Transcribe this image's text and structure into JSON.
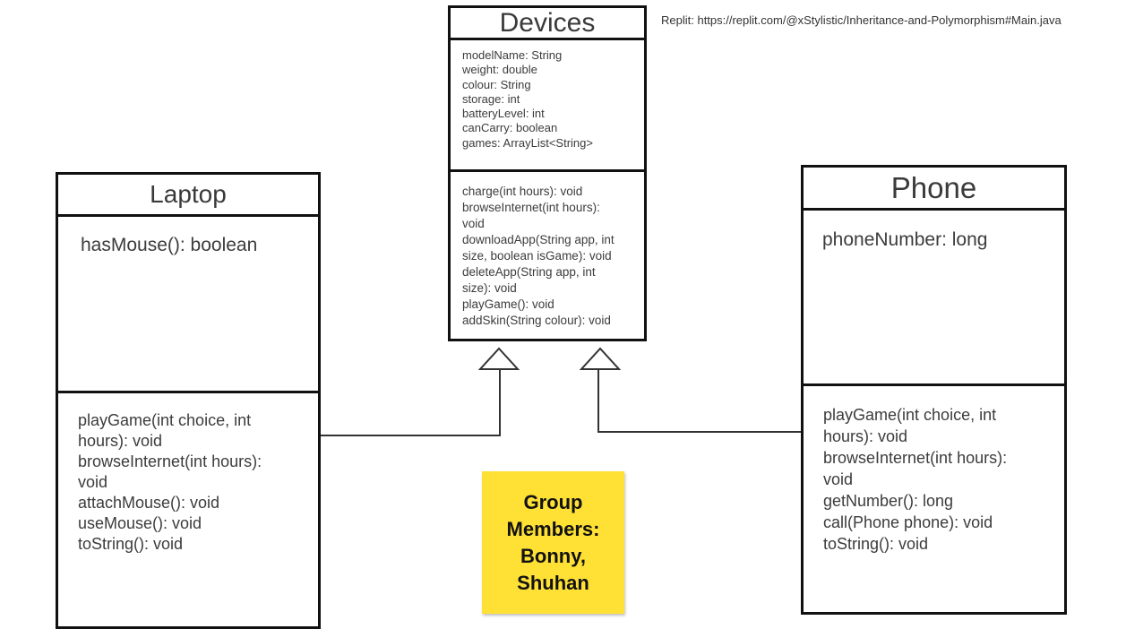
{
  "devices": {
    "title": "Devices",
    "attributes": [
      "modelName: String",
      "weight: double",
      "colour: String",
      "storage: int",
      "batteryLevel: int",
      "canCarry: boolean",
      "games: ArrayList<String>"
    ],
    "methods": [
      "charge(int hours): void",
      "browseInternet(int hours):",
      "void",
      "downloadApp(String app, int",
      "size, boolean isGame): void",
      "deleteApp(String app, int",
      "size): void",
      "playGame(): void",
      "addSkin(String colour): void"
    ]
  },
  "laptop": {
    "title": "Laptop",
    "attributes": [
      "hasMouse(): boolean"
    ],
    "methods": [
      "playGame(int choice, int",
      "hours): void",
      "browseInternet(int hours):",
      "void",
      "attachMouse():  void",
      "useMouse(): void",
      "toString(): void"
    ]
  },
  "phone": {
    "title": "Phone",
    "attributes": [
      "phoneNumber: long"
    ],
    "methods": [
      "playGame(int choice, int",
      "hours): void",
      "browseInternet(int hours):",
      "void",
      "getNumber(): long",
      "call(Phone phone): void",
      "toString(): void"
    ]
  },
  "sticky_note": {
    "lines": [
      "Group",
      "Members:",
      "Bonny,",
      "Shuhan"
    ],
    "color": "#ffe135"
  },
  "replit_link": "Replit: https://replit.com/@xStylistic/Inheritance-and-Polymorphism#Main.java"
}
